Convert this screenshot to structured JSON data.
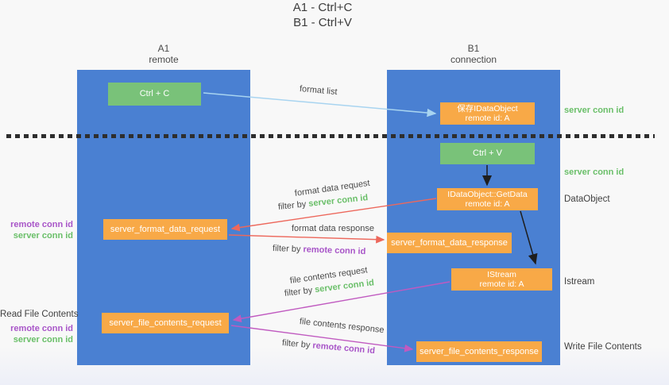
{
  "title": {
    "line1": "A1 - Ctrl+C",
    "line2": "B1 - Ctrl+V"
  },
  "lifelines": {
    "left": {
      "name": "A1",
      "role": "remote"
    },
    "right": {
      "name": "B1",
      "role": "connection"
    }
  },
  "nodes": {
    "ctrl_c": {
      "label": "Ctrl + C"
    },
    "save_dataobject": {
      "line1": "保存IDataObject",
      "line2": "remote id: A"
    },
    "ctrl_v": {
      "label": "Ctrl + V"
    },
    "getdata": {
      "line1": "IDataObject::GetData",
      "line2": "remote id: A"
    },
    "format_request": {
      "label": "server_format_data_request"
    },
    "format_response": {
      "label": "server_format_data_response"
    },
    "istream": {
      "line1": "IStream",
      "line2": "remote id: A"
    },
    "file_request": {
      "label": "server_file_contents_request"
    },
    "file_response": {
      "label": "server_file_contents_response"
    }
  },
  "arrows": {
    "format_list": {
      "label": "format list"
    },
    "format_data_request": {
      "label": "format data request",
      "filter_prefix": "filter by ",
      "filter_key": "server conn id"
    },
    "format_data_response": {
      "label": "format data response",
      "filter_prefix": "filter by ",
      "filter_key": "remote conn id"
    },
    "file_contents_request": {
      "label": "file contents request",
      "filter_prefix": "filter by ",
      "filter_key": "server conn id"
    },
    "file_contents_response": {
      "label": "file contents response",
      "filter_prefix": "filter by ",
      "filter_key": "remote conn id"
    }
  },
  "side_labels": {
    "remote_conn_id": "remote conn id",
    "server_conn_id": "server conn id",
    "read_file_contents": "Read File Contents",
    "write_file_contents": "Write File Contents",
    "dataobject": "DataObject",
    "istream": "Istream"
  },
  "colors": {
    "column_blue": "#4a80d2",
    "box_green": "#79c279",
    "box_orange": "#f8a947",
    "arrow_light_blue": "#a8d4f0",
    "arrow_salmon": "#ed685c",
    "arrow_magenta": "#c05ac0",
    "arrow_black": "#1e1e1e",
    "text_green": "#6abf69",
    "text_purple": "#a855c8",
    "text_dark": "#3f3f3f"
  }
}
